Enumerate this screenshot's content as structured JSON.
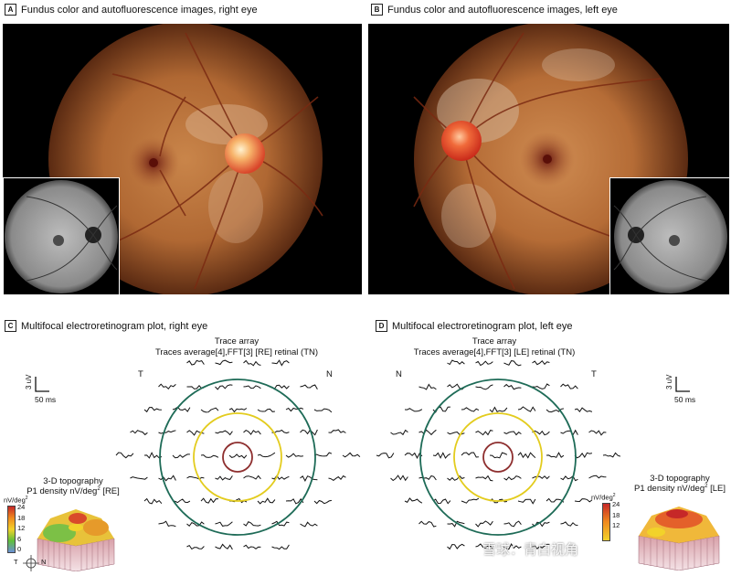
{
  "panels": {
    "A": {
      "letter": "A",
      "title": "Fundus color and autofluorescence images, right eye"
    },
    "B": {
      "letter": "B",
      "title": "Fundus color and autofluorescence images, left eye"
    },
    "C": {
      "letter": "C",
      "title": "Multifocal electroretinogram plot, right eye",
      "trace_title": "Trace array",
      "trace_sub": "Traces average[4],FFT[3] [RE] retinal (TN)",
      "left_marker": "T",
      "right_marker": "N",
      "scale_v": "3 uV",
      "scale_t": "50 ms",
      "topo_title": "3-D topography",
      "topo_sub_pre": "P1 density nV/deg",
      "topo_sub_sup": "2",
      "topo_sub_post": " [RE]",
      "legend_unit_pre": "nV/deg",
      "legend_unit_sup": "2",
      "legend_ticks": [
        "24",
        "18",
        "12",
        "6",
        "0"
      ],
      "axis_t": "T",
      "axis_n": "N"
    },
    "D": {
      "letter": "D",
      "title": "Multifocal electroretinogram plot, left eye",
      "trace_title": "Trace array",
      "trace_sub": "Traces average[4],FFT[3] [LE] retinal (TN)",
      "left_marker": "N",
      "right_marker": "T",
      "scale_v": "3 uV",
      "scale_t": "50 ms",
      "topo_title": "3-D topography",
      "topo_sub_pre": "P1 density nV/deg",
      "topo_sub_sup": "2",
      "topo_sub_post": " [LE]",
      "legend_unit_pre": "nV/deg",
      "legend_unit_sup": "2",
      "legend_ticks": [
        "24",
        "18",
        "12"
      ]
    }
  },
  "watermark": "雪球：青白视角",
  "colors": {
    "ring_outer": "#1e6b57",
    "ring_mid": "#e3cc1e",
    "ring_inner": "#8e2f2f"
  }
}
